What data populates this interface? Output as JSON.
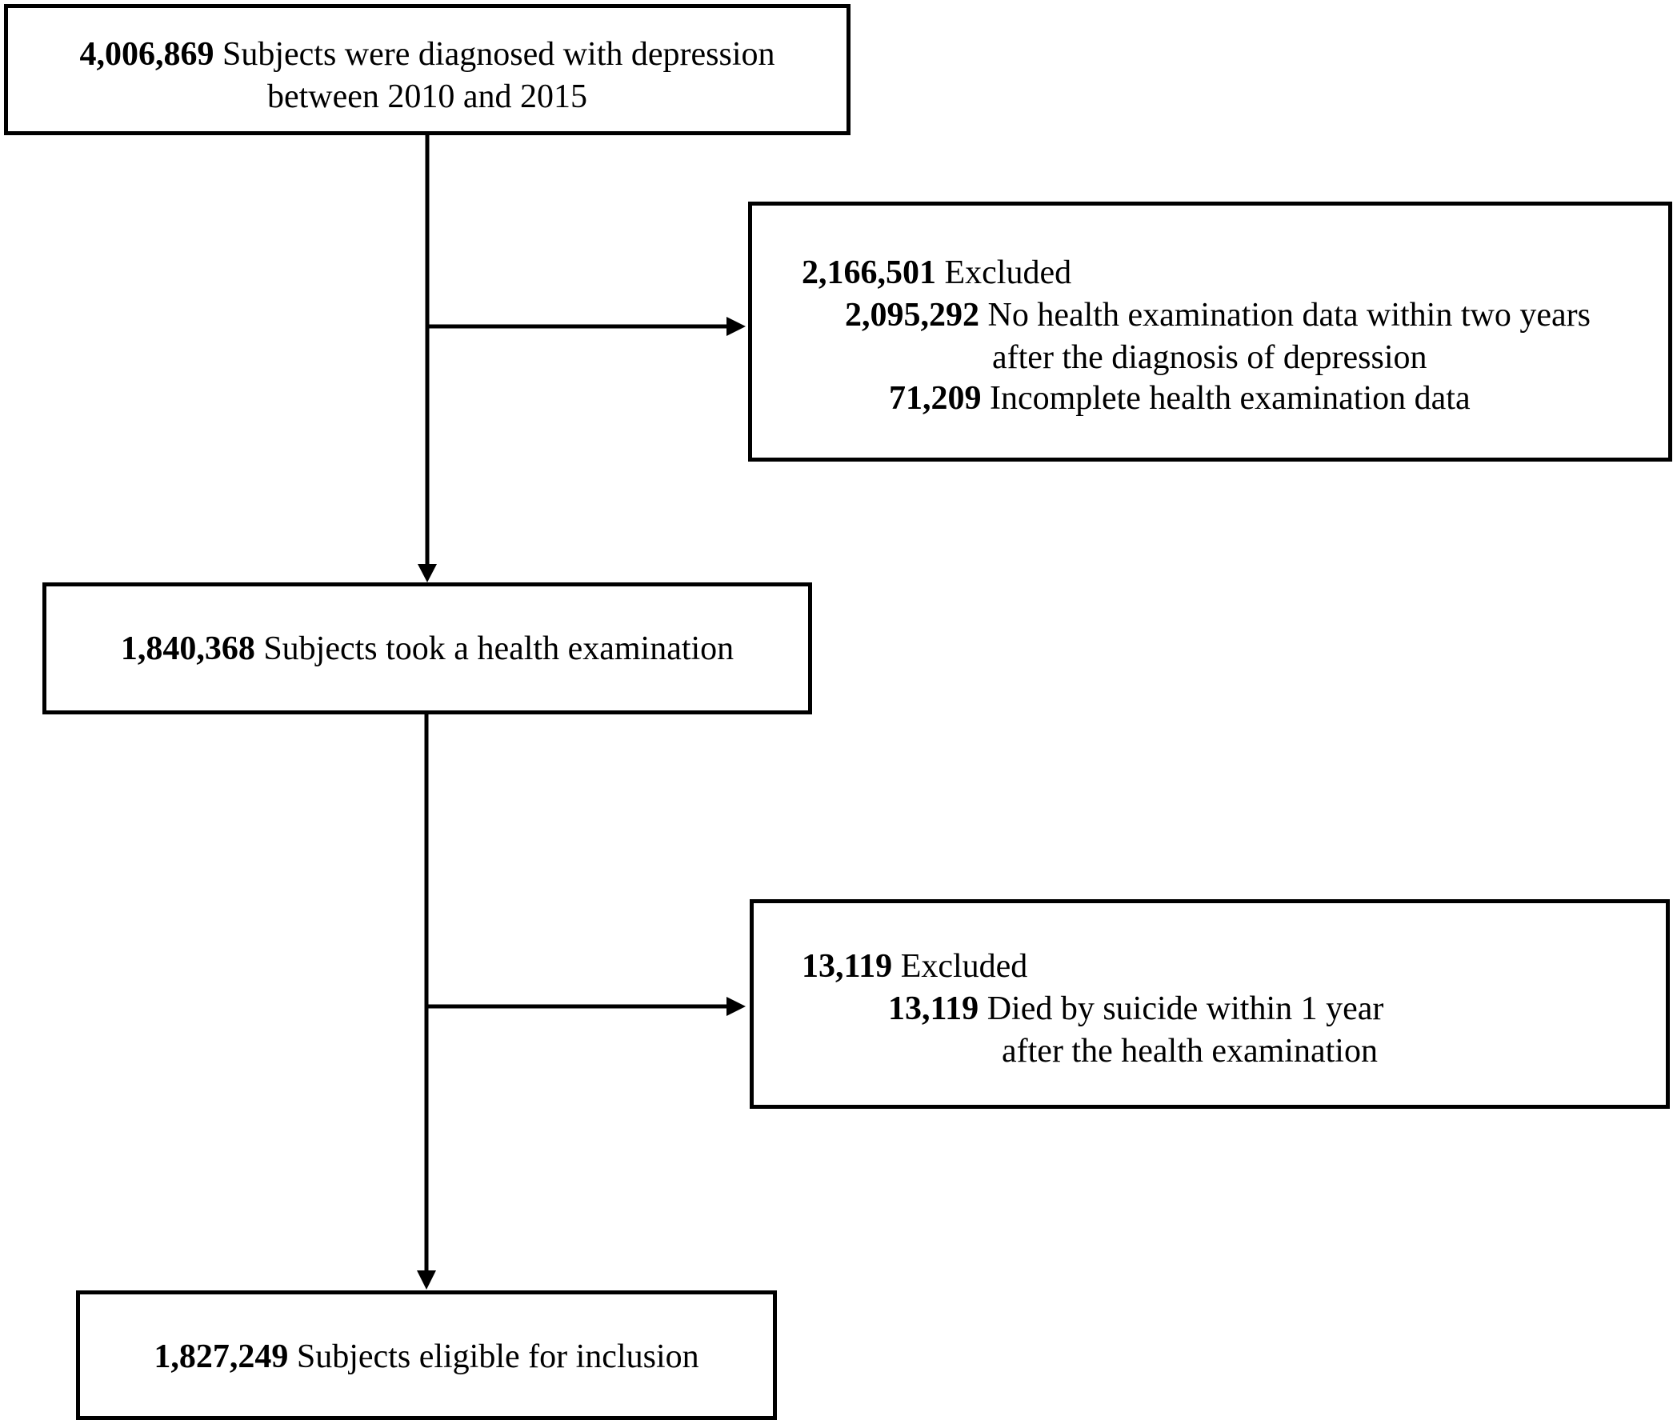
{
  "box1": {
    "count": "4,006,869",
    "text_line1": "Subjects were diagnosed with depression",
    "text_line2": "between 2010 and 2015"
  },
  "exclusion1": {
    "count": "2,166,501",
    "label": "Excluded",
    "items": [
      {
        "count": "2,095,292",
        "line1": "No health examination data within two years",
        "line2": "after the diagnosis of depression"
      },
      {
        "count": "71,209",
        "line1": "Incomplete health examination data"
      }
    ]
  },
  "box2": {
    "count": "1,840,368",
    "text": "Subjects took a health examination"
  },
  "exclusion2": {
    "count": "13,119",
    "label": "Excluded",
    "items": [
      {
        "count": "13,119",
        "line1": "Died by suicide within 1 year",
        "line2": "after the health examination"
      }
    ]
  },
  "box3": {
    "count": "1,827,249",
    "text": "Subjects eligible for inclusion"
  }
}
